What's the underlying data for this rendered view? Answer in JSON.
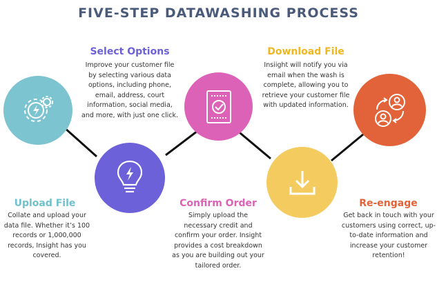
{
  "title": "FIVE-STEP DATAWASHING PROCESS",
  "colors": {
    "title": "#4a5a7a",
    "step1": "#7cc4cf",
    "step2": "#6c61d8",
    "step3": "#dc62b8",
    "step4": "#f3cb5f",
    "step5": "#e26339"
  },
  "steps": [
    {
      "name": "Upload File",
      "icon": "gears-lightning-icon",
      "description": "Collate and upload your data file. Whether it’s 100 records or 1,000,000 records, Insight has you covered."
    },
    {
      "name": "Select Options",
      "icon": "lightbulb-icon",
      "description": "Improve your customer file by selecting various data options, including phone, email, address, court information, social media, and more, with just one click."
    },
    {
      "name": "Confirm Order",
      "icon": "document-check-icon",
      "description": "Simply upload the necessary credit and confirm your order. Insight provides a cost breakdown as you are building out your tailored order."
    },
    {
      "name": "Download File",
      "icon": "download-icon",
      "description": "Insiight will notify you via email when the wash is complete, allowing you to retrieve your customer file with updated information."
    },
    {
      "name": "Re-engage",
      "icon": "users-cycle-icon",
      "description": "Get back in touch with your customers using correct, up-to-date information and increase your customer retention!"
    }
  ]
}
